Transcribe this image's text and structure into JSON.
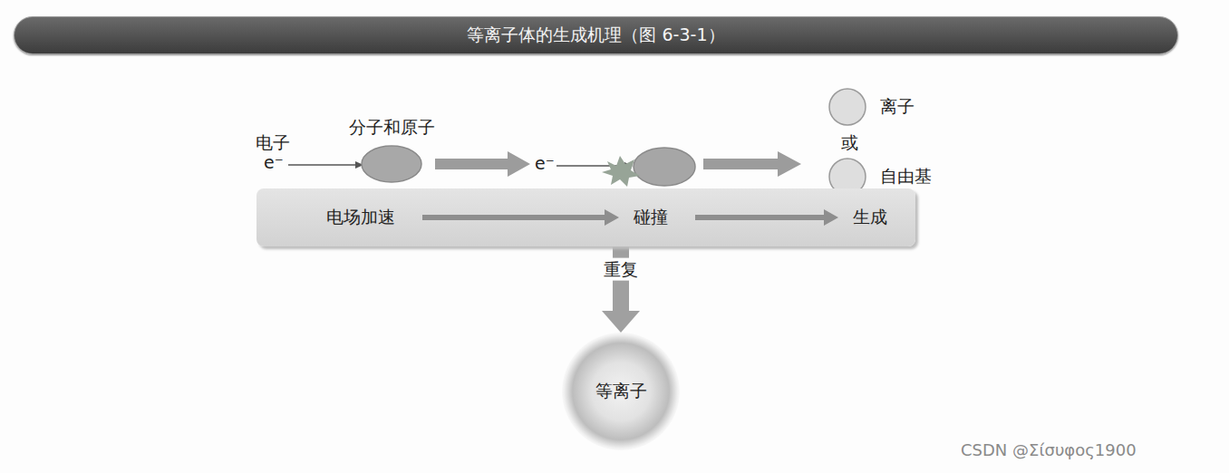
{
  "diagram": {
    "title": "等离子体的生成机理（图 6-3-1）",
    "nodes": [
      {
        "text": [
          "分子和原子"
        ]
      },
      {
        "text": [
          "离子"
        ]
      },
      {
        "text": [
          "自由基"
        ]
      },
      {
        "text": [
          "电场加速",
          "碰撞",
          "生成"
        ]
      },
      {
        "text": [
          "等离子"
        ]
      }
    ],
    "edges": [
      {
        "from": 3,
        "to": 4,
        "arrow": "to",
        "label": "重复"
      }
    ],
    "labels": [
      "电子",
      "e⁻",
      "e⁻",
      "或",
      "CSDN @Σίσυφος1900"
    ]
  }
}
